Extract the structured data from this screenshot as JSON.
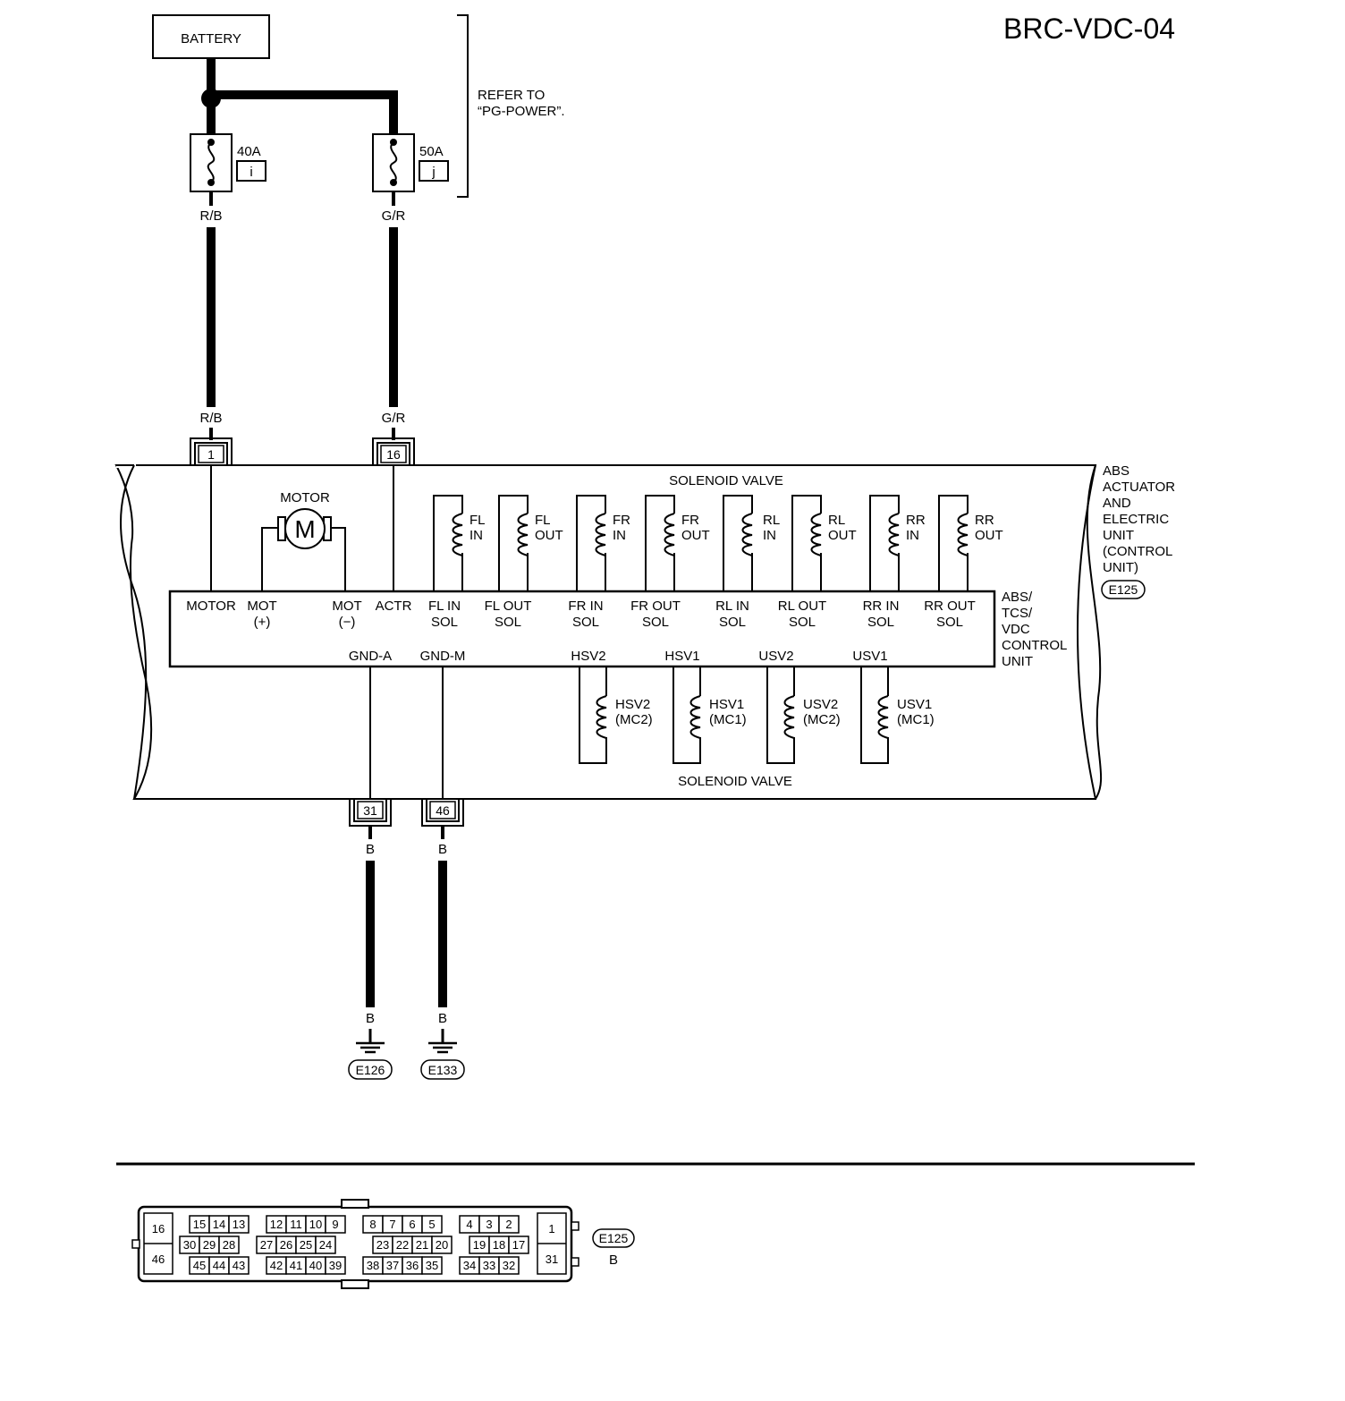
{
  "diagram_id": "BRC-VDC-04",
  "battery": "BATTERY",
  "refer": {
    "line1": "REFER TO",
    "line2": "“PG-POWER”."
  },
  "fuses": [
    {
      "rating": "40A",
      "code": "i"
    },
    {
      "rating": "50A",
      "code": "j"
    }
  ],
  "wire_colors": {
    "rb": "R/B",
    "gr": "G/R",
    "ground": "B"
  },
  "terminals": {
    "t1": "1",
    "t16": "16",
    "t31": "31",
    "t46": "46"
  },
  "unit_label": [
    "ABS",
    "ACTUATOR",
    "AND",
    "ELECTRIC",
    "UNIT",
    "(CONTROL",
    "UNIT)"
  ],
  "unit_connector": "E125",
  "control_label": [
    "ABS/",
    "TCS/",
    "VDC",
    "CONTROL",
    "UNIT"
  ],
  "motor_title": "MOTOR",
  "motor_symbol": "M",
  "solenoid_valve_title": "SOLENOID VALVE",
  "top_solenoids": [
    {
      "l1": "FL",
      "l2": "IN"
    },
    {
      "l1": "FL",
      "l2": "OUT"
    },
    {
      "l1": "FR",
      "l2": "IN"
    },
    {
      "l1": "FR",
      "l2": "OUT"
    },
    {
      "l1": "RL",
      "l2": "IN"
    },
    {
      "l1": "RL",
      "l2": "OUT"
    },
    {
      "l1": "RR",
      "l2": "IN"
    },
    {
      "l1": "RR",
      "l2": "OUT"
    }
  ],
  "top_pins": [
    {
      "l1": "MOTOR",
      "l2": ""
    },
    {
      "l1": "MOT",
      "l2": "(+)"
    },
    {
      "l1": "MOT",
      "l2": "(−)"
    },
    {
      "l1": "ACTR",
      "l2": ""
    },
    {
      "l1": "FL IN",
      "l2": "SOL"
    },
    {
      "l1": "FL OUT",
      "l2": "SOL"
    },
    {
      "l1": "FR IN",
      "l2": "SOL"
    },
    {
      "l1": "FR OUT",
      "l2": "SOL"
    },
    {
      "l1": "RL IN",
      "l2": "SOL"
    },
    {
      "l1": "RL OUT",
      "l2": "SOL"
    },
    {
      "l1": "RR IN",
      "l2": "SOL"
    },
    {
      "l1": "RR OUT",
      "l2": "SOL"
    }
  ],
  "bottom_pins": [
    "GND-A",
    "GND-M",
    "HSV2",
    "HSV1",
    "USV2",
    "USV1"
  ],
  "bottom_solenoids": [
    {
      "l1": "HSV2",
      "l2": "(MC2)"
    },
    {
      "l1": "HSV1",
      "l2": "(MC1)"
    },
    {
      "l1": "USV2",
      "l2": "(MC2)"
    },
    {
      "l1": "USV1",
      "l2": "(MC1)"
    }
  ],
  "grounds": [
    "E126",
    "E133"
  ],
  "face_view": {
    "connector": "E125",
    "color": "B",
    "left_pins": [
      "16",
      "46"
    ],
    "right_pins": [
      "1",
      "31"
    ],
    "row1": [
      [
        "15",
        "14",
        "13"
      ],
      [
        "12",
        "11",
        "10",
        "9"
      ],
      [
        "8",
        "7",
        "6",
        "5"
      ],
      [
        "4",
        "3",
        "2"
      ]
    ],
    "row2": [
      [
        "30",
        "29",
        "28"
      ],
      [
        "27",
        "26",
        "25",
        "24"
      ],
      [
        "23",
        "22",
        "21",
        "20"
      ],
      [
        "19",
        "18",
        "17"
      ]
    ],
    "row3": [
      [
        "45",
        "44",
        "43"
      ],
      [
        "42",
        "41",
        "40",
        "39"
      ],
      [
        "38",
        "37",
        "36",
        "35"
      ],
      [
        "34",
        "33",
        "32"
      ]
    ]
  }
}
